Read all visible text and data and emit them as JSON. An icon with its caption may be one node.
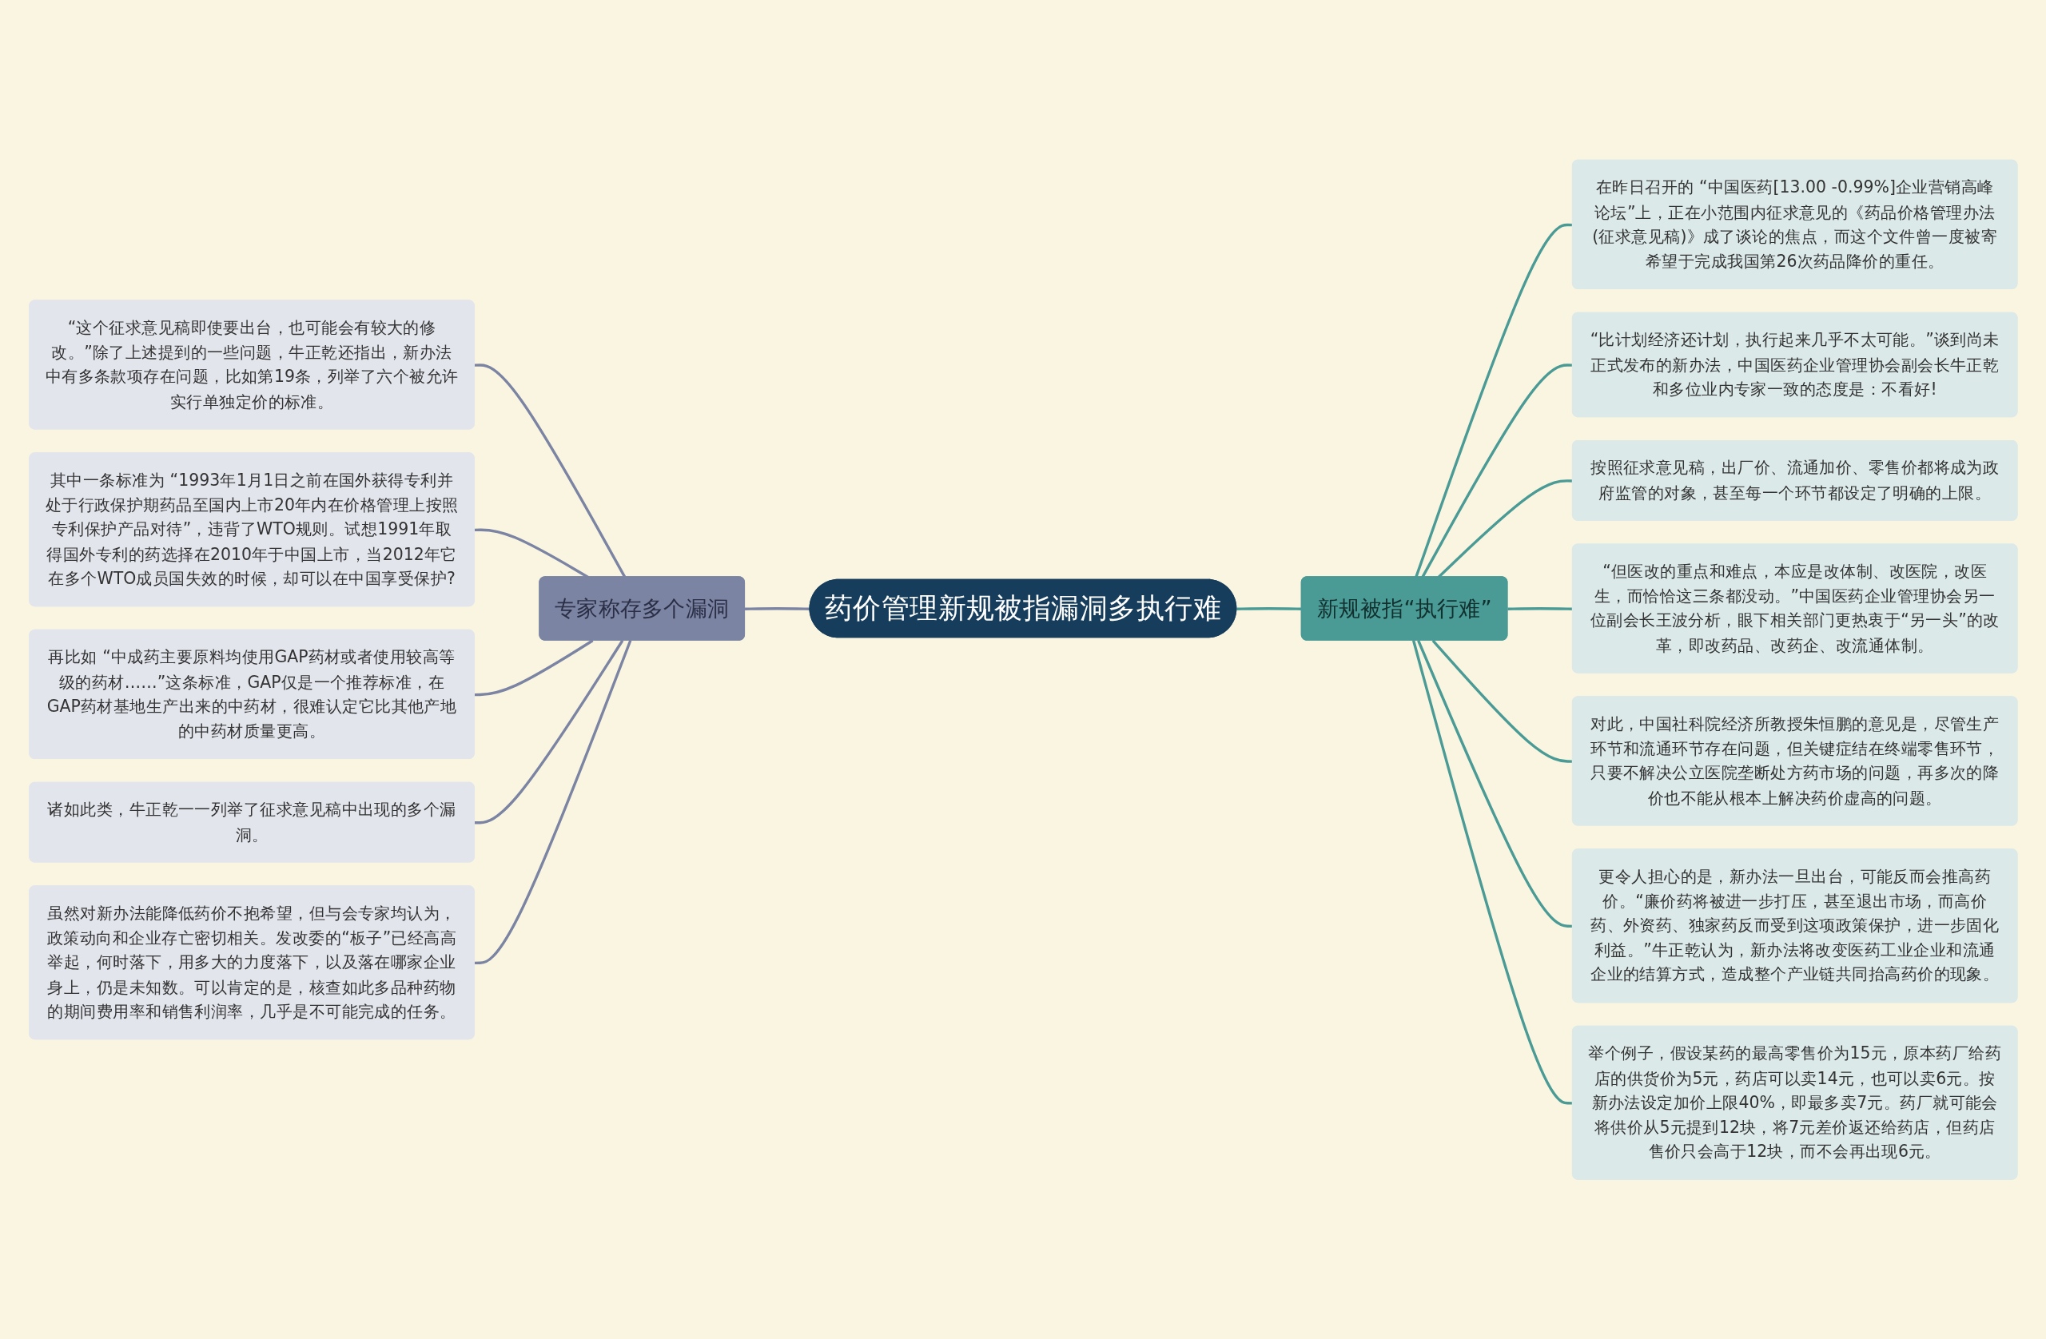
{
  "diagram": {
    "nodes": [
      {
        "text": [
          "药价管理新规被指漏洞多执行难"
        ]
      },
      {
        "text": [
          "专家称存多个漏洞"
        ]
      },
      {
        "text": [
          "“这个征求意见稿即使要出台，也可能会有较大的修改。”除了上述提到的一些问题，牛正乾还指出，新办法中有多条款项存在问题，比如第19条，列举了六个被允许实行单独定价的标准。"
        ]
      },
      {
        "text": [
          "其中一条标准为 “1993年1月1日之前在国外获得专利并处于行政保护期药品至国内上市20年内在价格管理上按照专利保护产品对待”，违背了WTO规则。试想1991年取得国外专利的药选择在2010年于中国上市，当2012年它在多个WTO成员国失效的时候，却可以在中国享受保护?"
        ]
      },
      {
        "text": [
          "再比如 “中成药主要原料均使用GAP药材或者使用较高等级的药材……”这条标准，GAP仅是一个推荐标准，在GAP药材基地生产出来的中药材，很难认定它比其他产地的中药材质量更高。"
        ]
      },
      {
        "text": [
          "诸如此类，牛正乾一一列举了征求意见稿中出现的多个漏洞。"
        ]
      },
      {
        "text": [
          "虽然对新办法能降低药价不抱希望，但与会专家均认为，政策动向和企业存亡密切相关。发改委的“板子”已经高高举起，何时落下，用多大的力度落下，以及落在哪家企业身上，仍是未知数。可以肯定的是，核查如此多品种药物的期间费用率和销售利润率，几乎是不可能完成的任务。"
        ]
      },
      {
        "text": [
          "新规被指“执行难”"
        ]
      },
      {
        "text": [
          "在昨日召开的 “中国医药[13.00 -0.99%]企业营销高峰论坛”上，正在小范围内征求意见的《药品价格管理办法(征求意见稿)》成了谈论的焦点，而这个文件曾一度被寄希望于完成我国第26次药品降价的重任。"
        ]
      },
      {
        "text": [
          "“比计划经济还计划，执行起来几乎不太可能。”谈到尚未正式发布的新办法，中国医药企业管理协会副会长牛正乾和多位业内专家一致的态度是：不看好!"
        ]
      },
      {
        "text": [
          "按照征求意见稿，出厂价、流通加价、零售价都将成为政府监管的对象，甚至每一个环节都设定了明确的上限。"
        ]
      },
      {
        "text": [
          "“但医改的重点和难点，本应是改体制、改医院，改医生，而恰恰这三条都没动。”中国医药企业管理协会另一位副会长王波分析，眼下相关部门更热衷于“另一头”的改革，即改药品、改药企、改流通体制。"
        ]
      },
      {
        "text": [
          "对此，中国社科院经济所教授朱恒鹏的意见是，尽管生产环节和流通环节存在问题，但关键症结在终端零售环节，只要不解决公立医院垄断处方药市场的问题，再多次的降价也不能从根本上解决药价虚高的问题。"
        ]
      },
      {
        "text": [
          "更令人担心的是，新办法一旦出台，可能反而会推高药价。“廉价药将被进一步打压，甚至退出市场，而高价药、外资药、独家药反而受到这项政策保护，进一步固化利益。”牛正乾认为，新办法将改变医药工业企业和流通企业的结算方式，造成整个产业链共同抬高药价的现象。"
        ]
      },
      {
        "text": [
          "举个例子，假设某药的最高零售价为15元，原本药厂给药店的供货价为5元，药店可以卖14元，也可以卖6元。按新办法设定加价上限40%，即最多卖7元。药厂就可能会将供价从5元提到12块，将7元差价返还给药店，但药店售价只会高于12块，而不会再出现6元。"
        ]
      }
    ],
    "edges": [
      {
        "from": 0,
        "to": 1,
        "arrow": "none",
        "color": "#7b84a3"
      },
      {
        "from": 1,
        "to": 2,
        "arrow": "none",
        "color": "#7b84a3"
      },
      {
        "from": 1,
        "to": 3,
        "arrow": "none",
        "color": "#7b84a3"
      },
      {
        "from": 1,
        "to": 4,
        "arrow": "none",
        "color": "#7b84a3"
      },
      {
        "from": 1,
        "to": 5,
        "arrow": "none",
        "color": "#7b84a3"
      },
      {
        "from": 1,
        "to": 6,
        "arrow": "none",
        "color": "#7b84a3"
      },
      {
        "from": 0,
        "to": 7,
        "arrow": "none"
      },
      {
        "from": 7,
        "to": 8,
        "arrow": "none"
      },
      {
        "from": 7,
        "to": 9,
        "arrow": "none"
      },
      {
        "from": 7,
        "to": 10,
        "arrow": "none"
      },
      {
        "from": 7,
        "to": 11,
        "arrow": "none"
      },
      {
        "from": 7,
        "to": 12,
        "arrow": "none"
      },
      {
        "from": 7,
        "to": 13,
        "arrow": "none"
      },
      {
        "from": 7,
        "to": 14,
        "arrow": "none"
      }
    ]
  }
}
